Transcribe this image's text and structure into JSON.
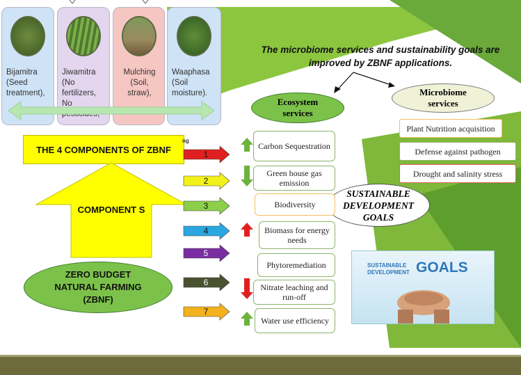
{
  "components": [
    {
      "label": "Bijamitra (Seed treatment),",
      "bg": "#cfe3f6"
    },
    {
      "label": "Jiwamitra (No fertilizers, No pesticides,",
      "bg": "#e3d6ee"
    },
    {
      "label": "Mulching (Soil, straw),",
      "bg": "#f6c6c2"
    },
    {
      "label": "Waaphasa (Soil moisture).",
      "bg": "#cfe3f6"
    }
  ],
  "title_box": "THE 4 COMPONENTS OF ZBNF",
  "arrow_label": "COMPONENT S",
  "zbnf_label": "ZERO BUDGET NATURAL FARMING (ZBNF)",
  "caption": "The microbiome services and sustainability goals are improved by ZBNF applications.",
  "ecosystem_header": "Ecosystem services",
  "microbiome_header": "Microbiome services",
  "sdg_label": "SUSTAINABLE DEVELOPMENT GOALS",
  "sdg_banner": {
    "line1": "SUSTAINABLE",
    "line2": "DEVELOPMENT",
    "goals": "GOALS"
  },
  "numbered_arrows": [
    {
      "num": "1",
      "color": "#e02020"
    },
    {
      "num": "2",
      "color": "#f2f21a"
    },
    {
      "num": "3",
      "color": "#8ccf4a"
    },
    {
      "num": "4",
      "color": "#2aa7e0"
    },
    {
      "num": "5",
      "color": "#7a2da0"
    },
    {
      "num": "6",
      "color": "#4a5230"
    },
    {
      "num": "7",
      "color": "#f3b21c"
    }
  ],
  "ecosystem_services": [
    {
      "label": "Carbon Sequestration",
      "trend": "up",
      "trend_color": "#6cb33e"
    },
    {
      "label": "Green house gas emission",
      "trend": "down",
      "trend_color": "#6cb33e"
    },
    {
      "label": "Biodiversity",
      "trend": "none",
      "trend_color": ""
    },
    {
      "label": "Biomass for energy needs",
      "trend": "up",
      "trend_color": "#e02020"
    },
    {
      "label": "Phytoremediation",
      "trend": "none",
      "trend_color": ""
    },
    {
      "label": "Nitrate leaching and run-off",
      "trend": "down",
      "trend_color": "#e02020"
    },
    {
      "label": "Water use efficiency",
      "trend": "up",
      "trend_color": "#6cb33e"
    }
  ],
  "microbiome_services": [
    {
      "label": "Plant Nutrition acquisition",
      "border": "#f0c060"
    },
    {
      "label": "Defense against pathogen",
      "border": "#8db36a"
    },
    {
      "label": "Drought and salinity stress",
      "border": "#e06060"
    }
  ],
  "small_fragment": "ng"
}
